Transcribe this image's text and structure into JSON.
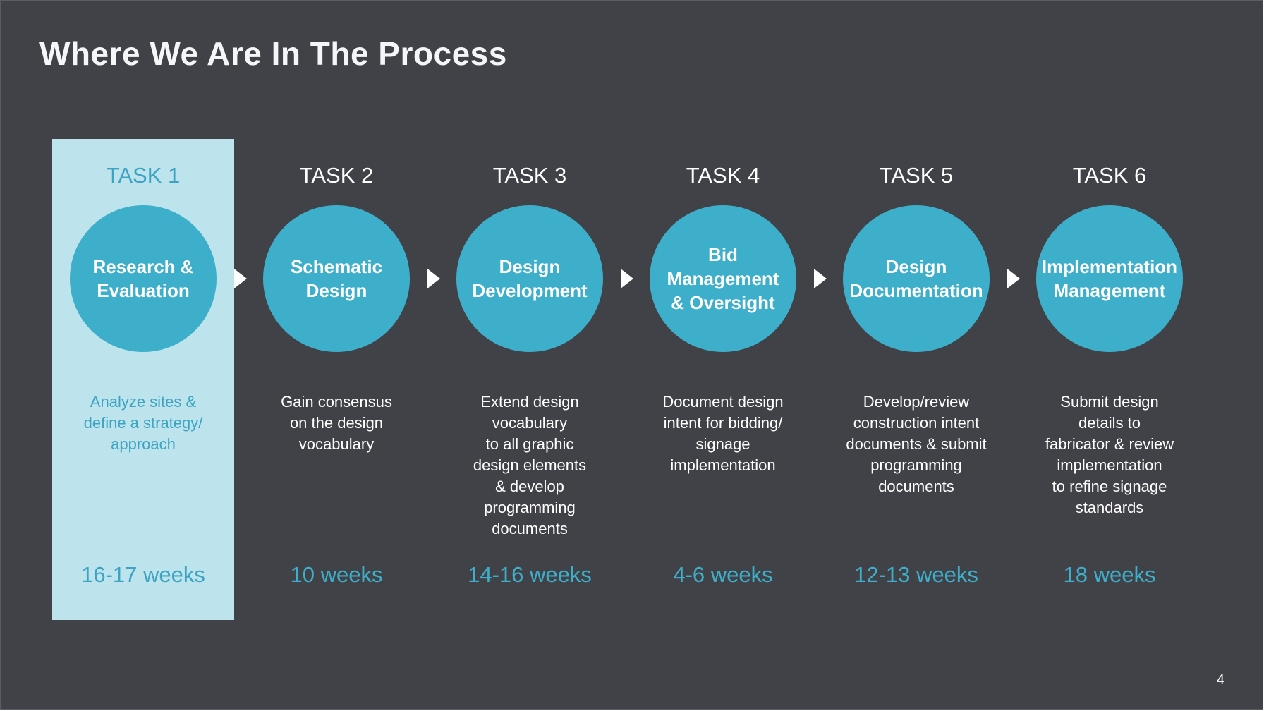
{
  "slide": {
    "title": "Where We Are In The Process",
    "page_number": "4"
  },
  "colors": {
    "background": "#404247",
    "accent": "#3eafca",
    "highlight": "#bde4ec",
    "text": "#ffffff"
  },
  "tasks": [
    {
      "label": "TASK 1",
      "name": "Research &\nEvaluation",
      "description": "Analyze sites &\ndefine a strategy/\napproach",
      "duration": "16-17 weeks",
      "active": true
    },
    {
      "label": "TASK 2",
      "name": "Schematic\nDesign",
      "description": "Gain consensus\non the design\nvocabulary",
      "duration": "10 weeks",
      "active": false
    },
    {
      "label": "TASK 3",
      "name": "Design\nDevelopment",
      "description": "Extend design\nvocabulary\nto all graphic\ndesign elements\n& develop\nprogramming\ndocuments",
      "duration": "14-16 weeks",
      "active": false
    },
    {
      "label": "TASK 4",
      "name": "Bid\nManagement\n& Oversight",
      "description": "Document design\nintent for bidding/\nsignage\nimplementation",
      "duration": "4-6 weeks",
      "active": false
    },
    {
      "label": "TASK 5",
      "name": "Design\nDocumentation",
      "description": "Develop/review\nconstruction intent\ndocuments & submit\nprogramming\ndocuments",
      "duration": "12-13 weeks",
      "active": false
    },
    {
      "label": "TASK 6",
      "name": "Implementation\nManagement",
      "description": "Submit design\ndetails to\nfabricator & review\nimplementation\nto refine signage\nstandards",
      "duration": "18 weeks",
      "active": false
    }
  ]
}
